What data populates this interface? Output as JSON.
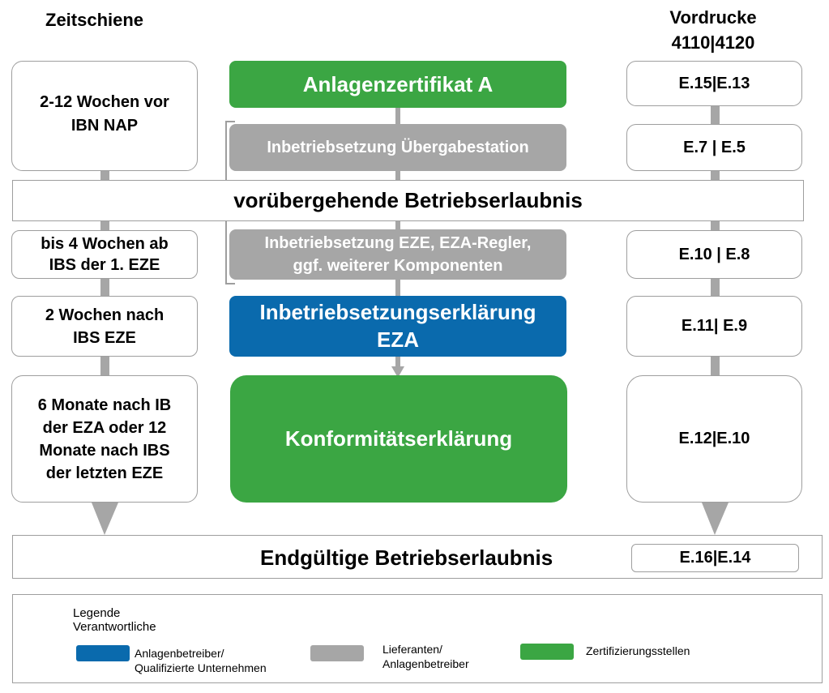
{
  "colors": {
    "green": "#3ba643",
    "gray": "#a6a6a6",
    "blue": "#0a6aad",
    "border": "#9e9e9e"
  },
  "headers": {
    "left": "Zeitschiene",
    "right_line1": "Vordrucke",
    "right_line2": "4110|4120"
  },
  "timeline": [
    {
      "line1": "2-12 Wochen vor",
      "line2": "IBN NAP"
    },
    {
      "line1": "bis 4 Wochen ab",
      "line2": "IBS der 1. EZE"
    },
    {
      "line1": "2 Wochen nach",
      "line2": "IBS EZE"
    },
    {
      "line1": "6 Monate nach IB",
      "line2": "der EZA oder 12",
      "line3": "Monate nach IBS",
      "line4": "der letzten EZE"
    }
  ],
  "steps": [
    {
      "label": "Anlagenzertifikat A",
      "role": "green"
    },
    {
      "label": "Inbetriebsetzung Übergabestation",
      "role": "gray"
    },
    {
      "line1": "Inbetriebsetzung EZE, EZA-Regler,",
      "line2": "ggf. weiterer Komponenten",
      "role": "gray"
    },
    {
      "line1": "Inbetriebsetzungserklärung",
      "line2": "EZA",
      "role": "blue"
    },
    {
      "label": "Konformitätserklärung",
      "role": "green"
    }
  ],
  "forms": [
    "E.15|E.13",
    "E.7 | E.5",
    "E.10 | E.8",
    "E.11| E.9",
    "E.12|E.10",
    "E.16|E.14"
  ],
  "banners": {
    "temporary": "vorübergehende Betriebserlaubnis",
    "final": "Endgültige Betriebserlaubnis"
  },
  "legend": {
    "title_line1": "Legende",
    "title_line2": "Verantwortliche",
    "items": [
      {
        "line1": "Anlagenbetreiber/",
        "line2": "Qualifizierte Unternehmen",
        "color": "blue"
      },
      {
        "line1": "Lieferanten/",
        "line2": "Anlagenbetreiber",
        "color": "gray"
      },
      {
        "line1": "Zertifizierungsstellen",
        "color": "green"
      }
    ]
  }
}
